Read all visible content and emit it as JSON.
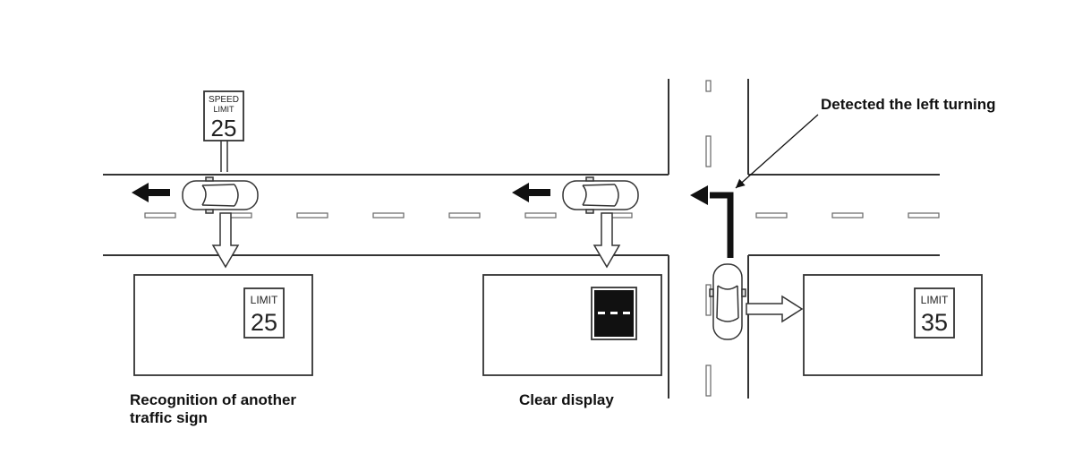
{
  "roadside_sign": {
    "line1": "SPEED",
    "line2": "LIMIT",
    "value": "25"
  },
  "panels": [
    {
      "sign_label": "LIMIT",
      "sign_value": "25",
      "caption_lines": [
        "Recognition of another",
        "traffic sign"
      ]
    },
    {
      "sign_kind": "cleared-display",
      "caption_lines": [
        "Clear display"
      ]
    },
    {
      "sign_label": "LIMIT",
      "sign_value": "35",
      "caption_lines": []
    }
  ],
  "callout": {
    "text": "Detected the left turning"
  },
  "colors": {
    "line": "#333333",
    "fill_dark": "#111111",
    "background": "#ffffff"
  }
}
